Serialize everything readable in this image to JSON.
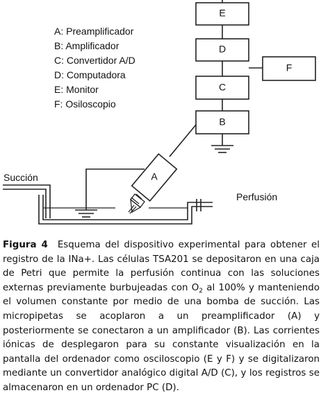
{
  "legend": [
    "A: Preamplificador",
    "B: Amplificador",
    "C: Convertidor A/D",
    "D: Computadora",
    "E: Monitor",
    "F: Osiloscopio"
  ],
  "blocks": {
    "A": "A",
    "B": "B",
    "C": "C",
    "D": "D",
    "E": "E",
    "F": "F"
  },
  "labels": {
    "suction": "Succión",
    "perfusion": "Perfusión"
  },
  "caption": {
    "figure_label": "Figura 4",
    "text_before_sub": "Esquema del dispositivo experimental para obtener el registro de la INa+. Las células TSA201 se depositaron en una caja de Petri que permite la perfusión continua con las soluciones externas previamente burbujeadas con O",
    "subscript": "2",
    "text_after_sub": " al 100% y manteniendo el volumen constante por medio de una bomba de succión. Las micropipetas se acoplaron a un preamplificador (A) y posteriormente se conectaron a un amplificador (B). Las corrientes iónicas de desplegaron para su constante visualización en la pantalla del ordenador como osciloscopio (E y F) y se digitalizaron mediante un convertidor analógico digital A/D (C), y los registros se almacenaron en un ordenador PC (D)."
  }
}
